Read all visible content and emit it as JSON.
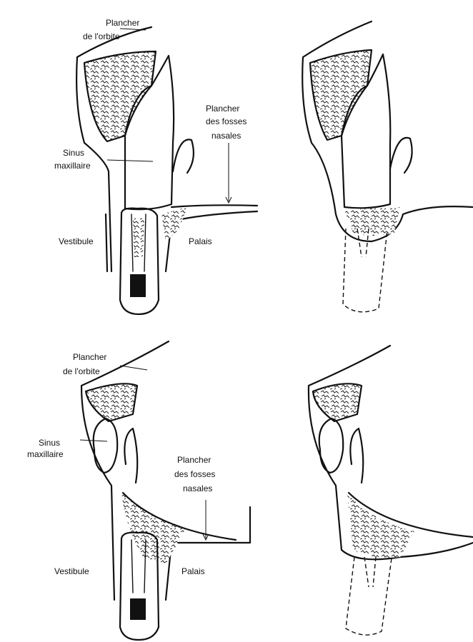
{
  "labels": {
    "top_left_orbit_1": "Plancher",
    "top_left_orbit_2": "de l'orbite",
    "top_left_sinus_1": "Sinus",
    "top_left_sinus_2": "maxillaire",
    "top_left_nasal_1": "Plancher",
    "top_left_nasal_2": "des fosses",
    "top_left_nasal_3": "nasales",
    "top_left_vestibule": "Vestibule",
    "top_left_palais": "Palais",
    "bottom_left_orbit_1": "Plancher",
    "bottom_left_orbit_2": "de l'orbite",
    "bottom_left_sinus_1": "Sinus",
    "bottom_left_sinus_2": "maxillaire",
    "bottom_left_nasal_1": "Plancher",
    "bottom_left_nasal_2": "des fosses",
    "bottom_left_nasal_3": "nasales",
    "bottom_left_vestibule": "Vestibule",
    "bottom_left_palais": "Palais"
  }
}
